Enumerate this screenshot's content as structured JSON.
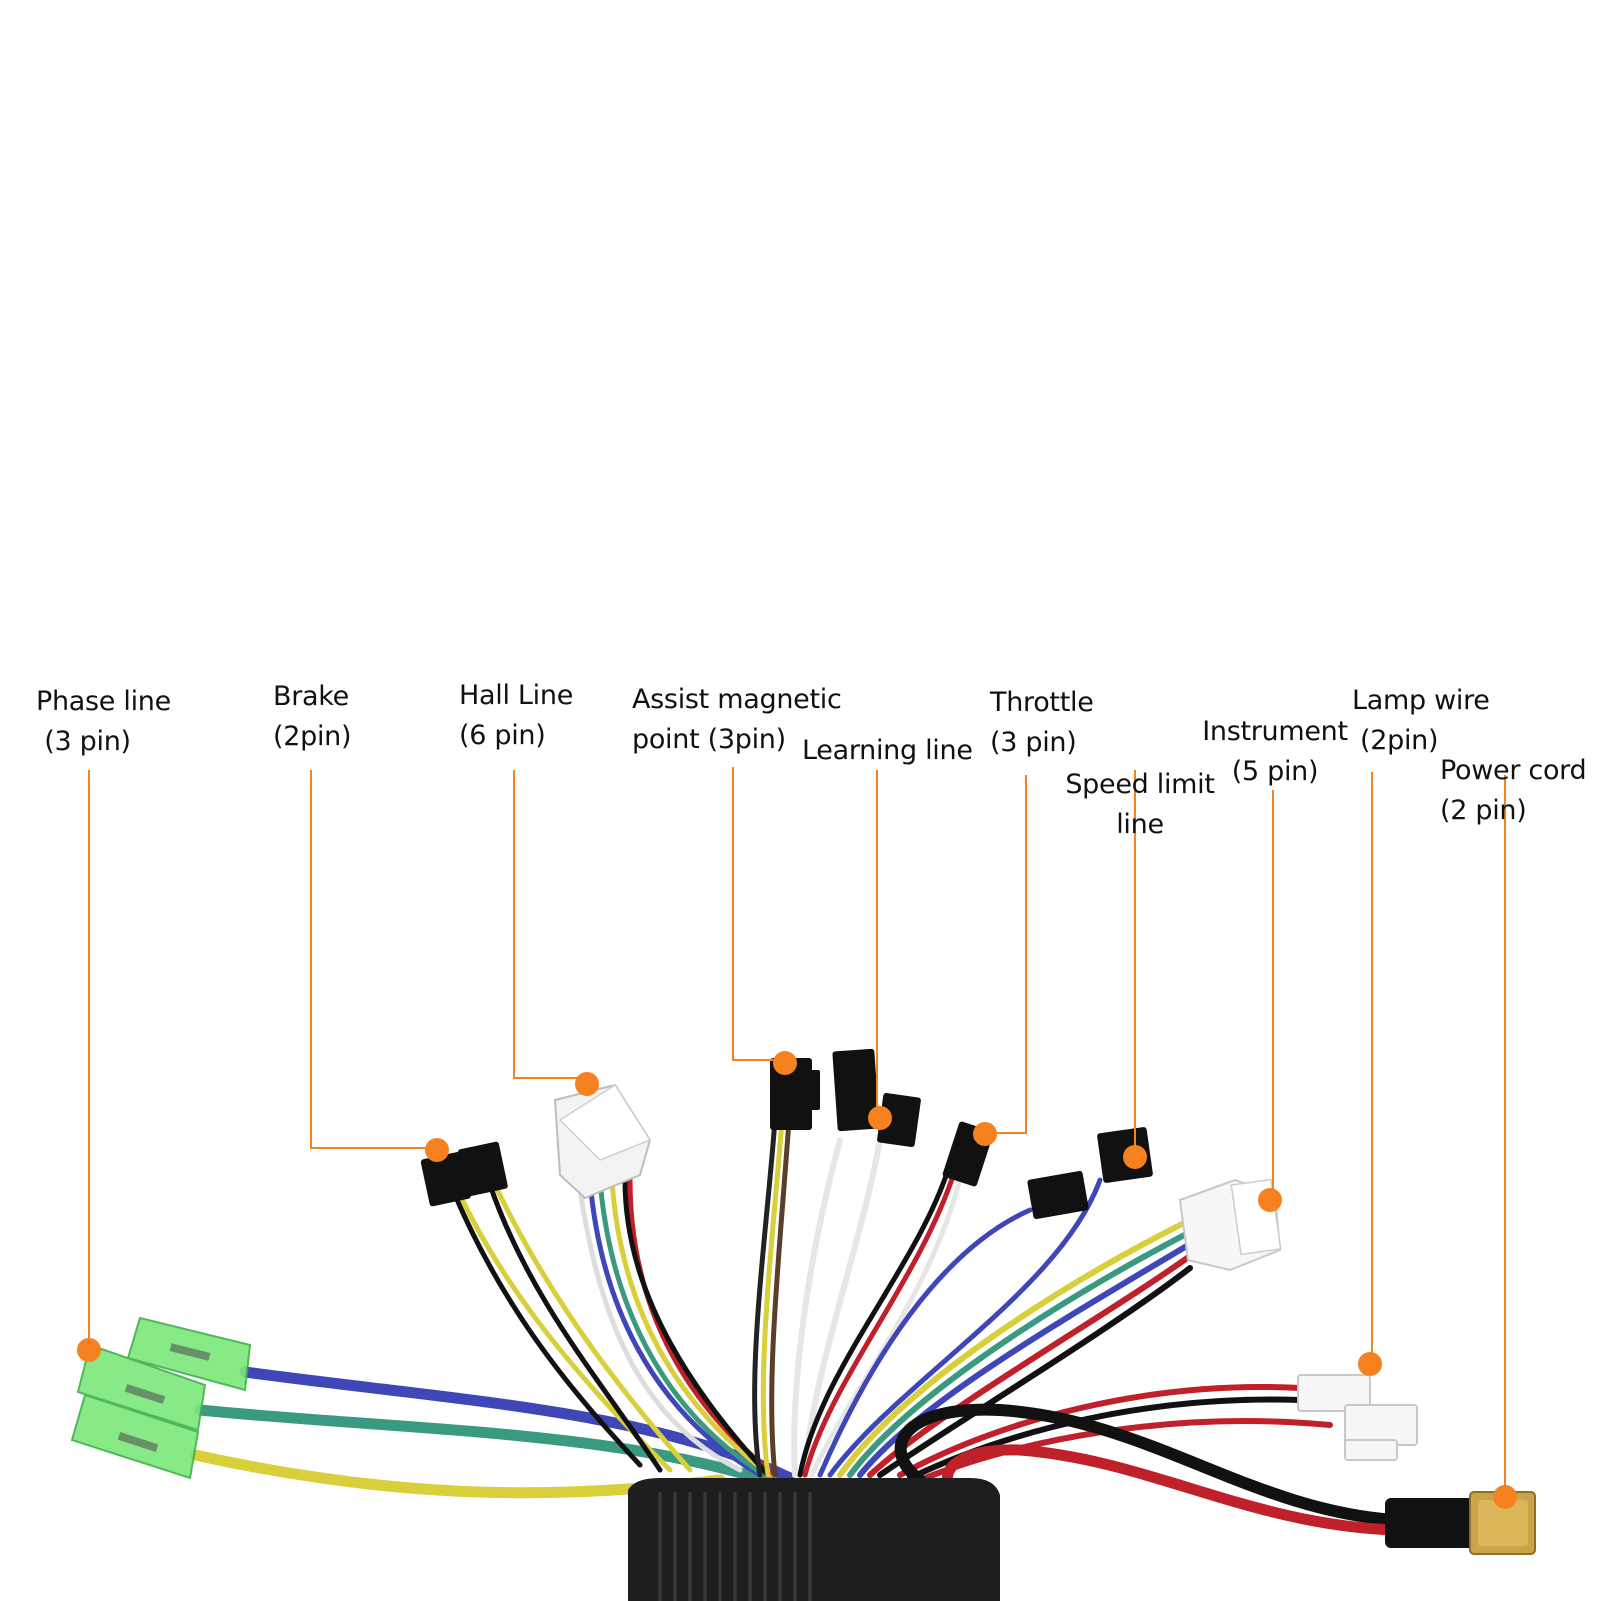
{
  "colors": {
    "callout": "#f5821f",
    "background": "#ffffff",
    "controller_body": "#1e1e1e",
    "wire_blue": "#3f46b8",
    "wire_green": "#3a9a80",
    "wire_yellow": "#d8cf3a",
    "wire_red": "#c0202a",
    "wire_black": "#111111",
    "wire_white": "#eeeeee"
  },
  "labels": [
    {
      "id": "phase-line",
      "lines": [
        "Phase line",
        " (3 pin)"
      ]
    },
    {
      "id": "brake",
      "lines": [
        "Brake",
        "(2pin)"
      ]
    },
    {
      "id": "hall-line",
      "lines": [
        "Hall Line",
        "(6 pin)"
      ]
    },
    {
      "id": "assist-magnetic",
      "lines": [
        "Assist magnetic",
        "point (3pin)"
      ]
    },
    {
      "id": "learning-line",
      "lines": [
        "Learning line"
      ]
    },
    {
      "id": "throttle",
      "lines": [
        "Throttle",
        "(3 pin)"
      ]
    },
    {
      "id": "speed-limit",
      "lines": [
        "Speed limit",
        "line"
      ]
    },
    {
      "id": "instrument",
      "lines": [
        "Instrument",
        "(5 pin)"
      ]
    },
    {
      "id": "lamp-wire",
      "lines": [
        "Lamp wire",
        "(2pin)"
      ]
    },
    {
      "id": "power-cord",
      "lines": [
        "Power cord",
        "(2 pin)"
      ]
    }
  ]
}
